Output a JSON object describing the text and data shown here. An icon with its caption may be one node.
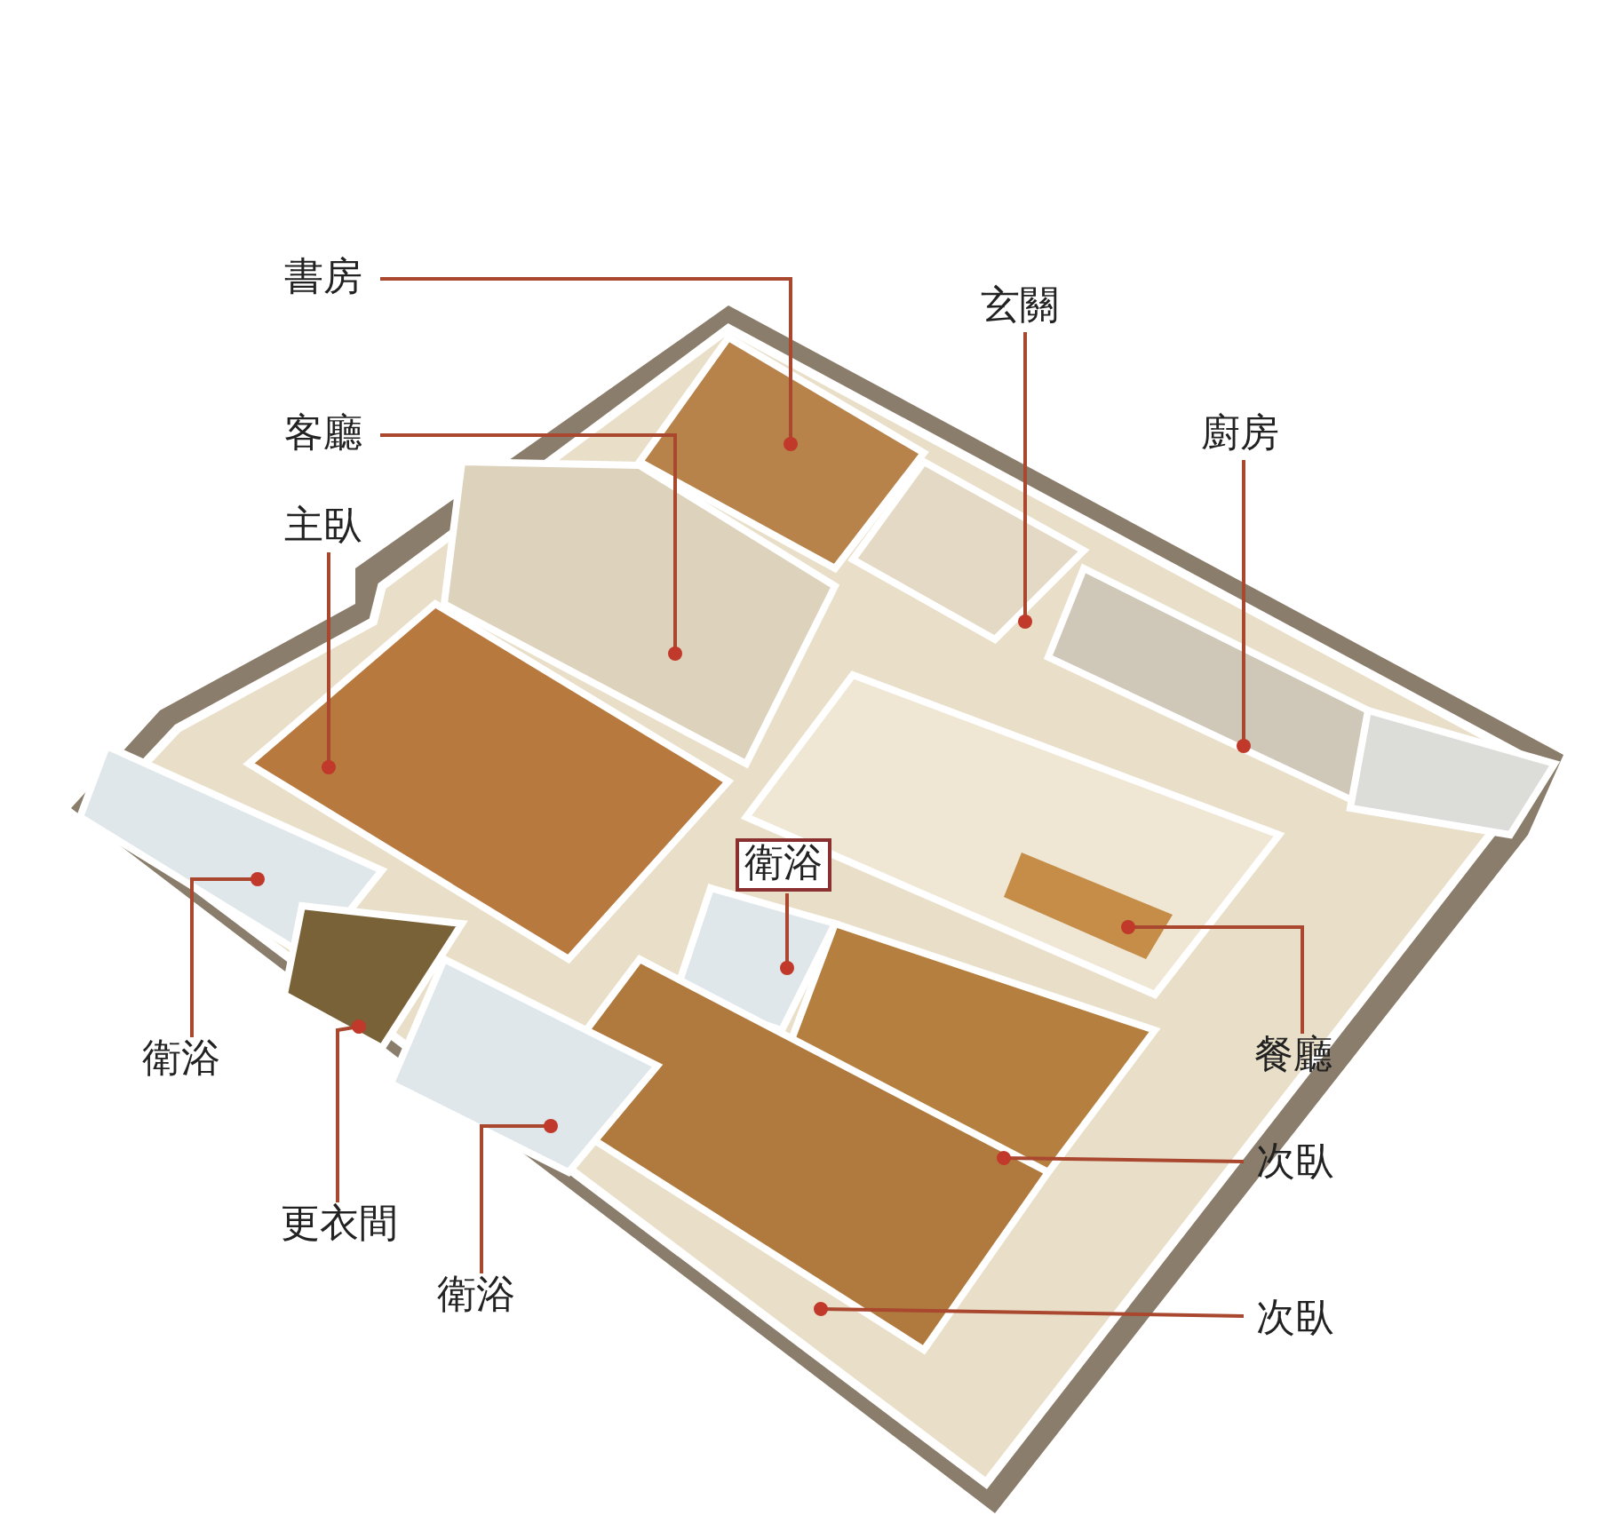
{
  "diagram": {
    "nodes": [
      {
        "text": [
          "書房"
        ]
      },
      {
        "text": [
          "客廳"
        ]
      },
      {
        "text": [
          "主臥"
        ]
      },
      {
        "text": [
          "玄關"
        ]
      },
      {
        "text": [
          "廚房"
        ]
      },
      {
        "text": [
          "衛浴"
        ]
      },
      {
        "text": [
          "衛浴"
        ]
      },
      {
        "text": [
          "更衣間"
        ]
      },
      {
        "text": [
          "衛浴"
        ]
      },
      {
        "text": [
          "餐廳"
        ]
      },
      {
        "text": [
          "次臥"
        ]
      },
      {
        "text": [
          "次臥"
        ]
      }
    ],
    "edges": [
      {
        "from": 0,
        "to": null,
        "arrow": "other"
      },
      {
        "from": 1,
        "to": null,
        "arrow": "other"
      },
      {
        "from": 2,
        "to": null,
        "arrow": "other"
      },
      {
        "from": 3,
        "to": null,
        "arrow": "other"
      },
      {
        "from": 4,
        "to": null,
        "arrow": "other"
      },
      {
        "from": 5,
        "to": null,
        "arrow": "other"
      },
      {
        "from": 6,
        "to": null,
        "arrow": "other"
      },
      {
        "from": 7,
        "to": null,
        "arrow": "other"
      },
      {
        "from": 8,
        "to": null,
        "arrow": "other"
      },
      {
        "from": 9,
        "to": null,
        "arrow": "other"
      },
      {
        "from": 10,
        "to": null,
        "arrow": "other"
      },
      {
        "from": 11,
        "to": null,
        "arrow": "other"
      }
    ]
  }
}
